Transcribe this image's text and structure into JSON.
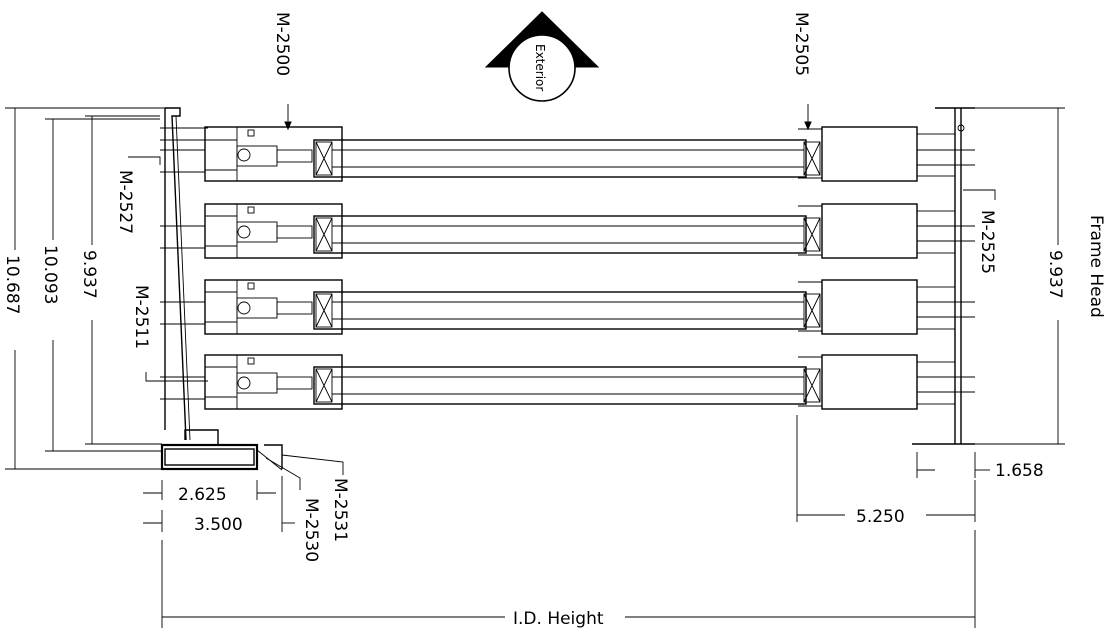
{
  "callouts": {
    "top_left": "M-2500",
    "top_right": "M-2505",
    "left_upper": "M-2527",
    "left_lower": "M-2511",
    "right": "M-2525",
    "sill_a": "M-2531",
    "sill_b": "M-2530"
  },
  "exterior_label": "Exterior",
  "frame_head_label": "Frame Head",
  "dimensions": {
    "left_outer": "10.687",
    "left_middle": "10.093",
    "left_inner": "9.937",
    "right_height": "9.937",
    "sill_2625": "2.625",
    "sill_3500": "3.500",
    "right_1658": "1.658",
    "right_5250": "5.250",
    "id_height": "I.D. Height"
  }
}
